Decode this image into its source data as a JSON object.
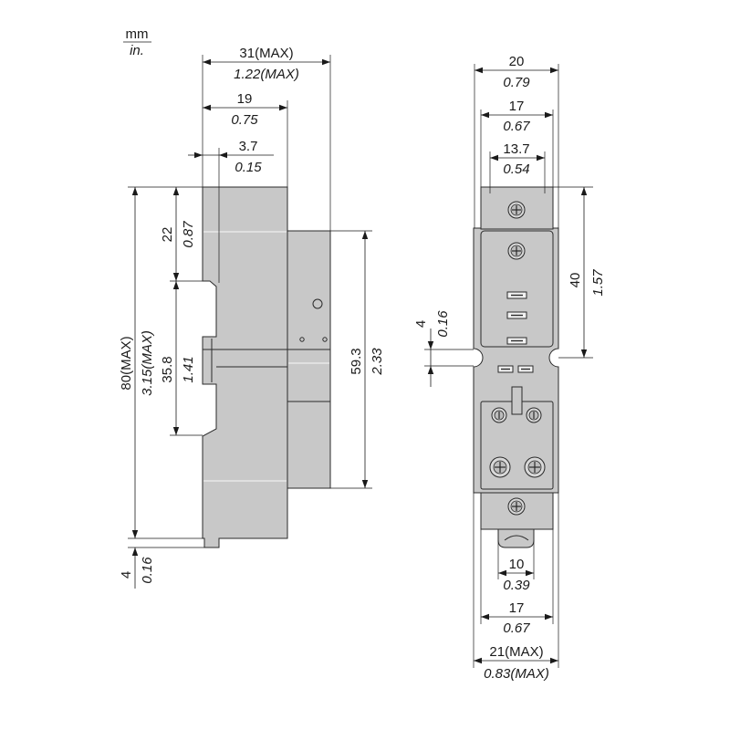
{
  "units": {
    "primary": "mm",
    "secondary": "in."
  },
  "side_view": {
    "overall_width": {
      "mm": "31(MAX)",
      "in": "1.22(MAX)"
    },
    "base_width": {
      "mm": "19",
      "in": "0.75"
    },
    "clip_depth": {
      "mm": "3.7",
      "in": "0.15"
    },
    "overall_height": {
      "mm": "80(MAX)",
      "in": "3.15(MAX)"
    },
    "top_to_rail": {
      "mm": "22",
      "in": "0.87"
    },
    "rail_width": {
      "mm": "35.8",
      "in": "1.41"
    },
    "relay_height": {
      "mm": "59.3",
      "in": "2.33"
    },
    "bottom_clip": {
      "mm": "4",
      "in": "0.16"
    }
  },
  "front_view": {
    "body_width": {
      "mm": "20",
      "in": "0.79"
    },
    "top_block_width": {
      "mm": "17",
      "in": "0.67"
    },
    "inner_width": {
      "mm": "13.7",
      "in": "0.54"
    },
    "top_to_notch": {
      "mm": "40",
      "in": "1.57"
    },
    "notch_height": {
      "mm": "4",
      "in": "0.16"
    },
    "clip_width": {
      "mm": "10",
      "in": "0.39"
    },
    "bottom_block_width": {
      "mm": "17",
      "in": "0.67"
    },
    "overall_width": {
      "mm": "21(MAX)",
      "in": "0.83(MAX)"
    }
  },
  "colors": {
    "body": "#c8c8c8",
    "outline": "#2a2a2a",
    "dimension": "#1a1a1a"
  }
}
